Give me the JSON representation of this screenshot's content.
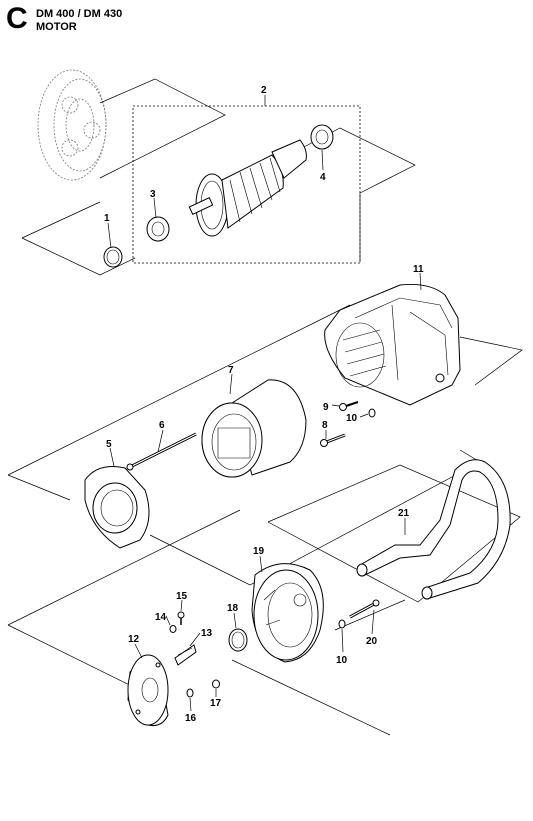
{
  "header": {
    "section_letter": "C",
    "models": "DM 400 / DM 430",
    "title": "MOTOR"
  },
  "callouts": {
    "c1": "1",
    "c2": "2",
    "c3": "3",
    "c4": "4",
    "c5": "5",
    "c6": "6",
    "c7": "7",
    "c8": "8",
    "c9": "9",
    "c10a": "10",
    "c10b": "10",
    "c11": "11",
    "c12": "12",
    "c13": "13",
    "c14": "14",
    "c15": "15",
    "c16": "16",
    "c17": "17",
    "c18": "18",
    "c19": "19",
    "c20": "20",
    "c21": "21"
  }
}
